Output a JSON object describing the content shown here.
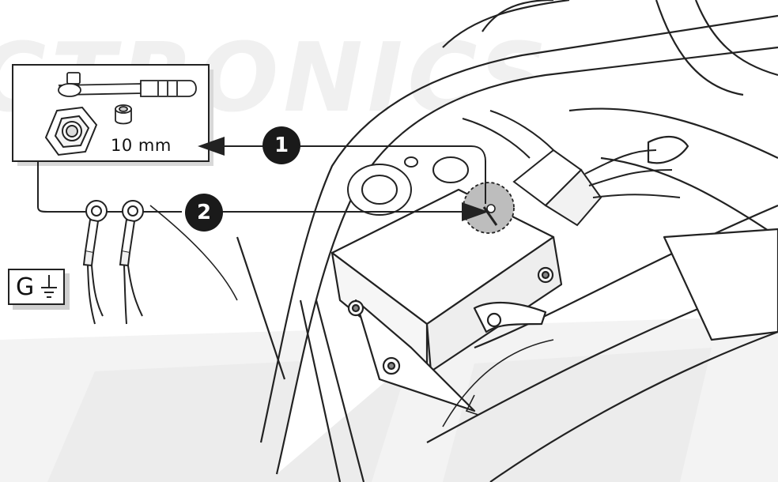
{
  "watermark": "CTRONICS",
  "tool_box": {
    "socket_size": "10 mm"
  },
  "steps": [
    {
      "number": "1"
    },
    {
      "number": "2"
    }
  ],
  "ground_symbol": {
    "letter": "G",
    "icon": "ground-icon"
  },
  "colors": {
    "badge": "#1a1a1a",
    "line": "#222222",
    "highlight": "#bdbdbd",
    "watermark": "#f0f0f0",
    "box_shadow": "#d0d0d0"
  }
}
